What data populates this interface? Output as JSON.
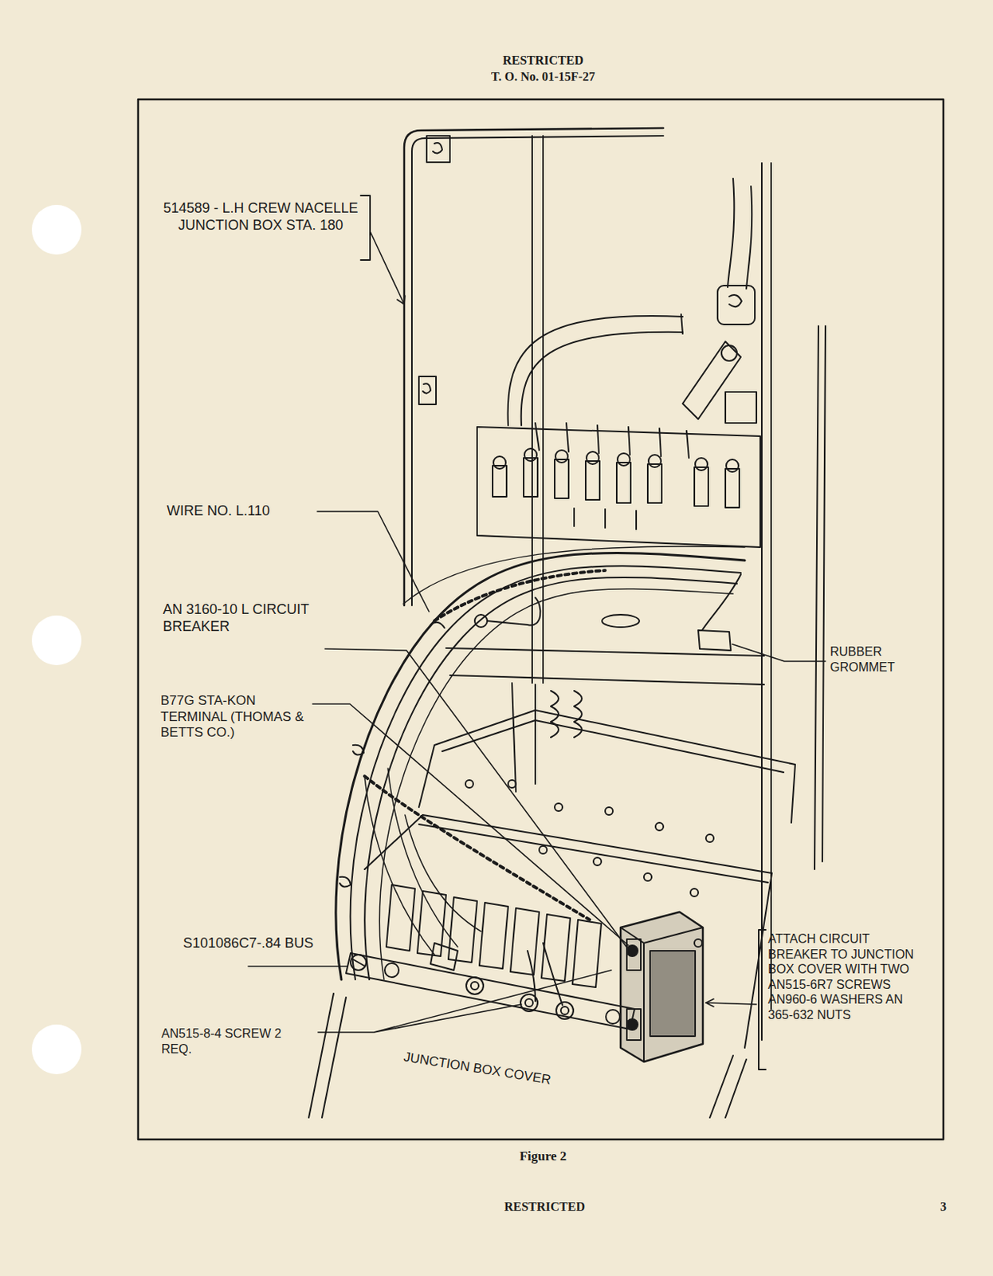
{
  "diagram": {
    "caption": "Figure 2",
    "labels": [
      "RESTRICTED",
      "T. O. No. 01-15F-27",
      "514589 - L.H CREW NACELLE JUNCTION BOX STA. 180",
      "WIRE NO. L.110",
      "AN 3160-10 L CIRCUIT BREAKER",
      "B77G STA-KON TERMINAL (THOMAS & BETTS CO.)",
      "RUBBER GROMMET",
      "S101086C7-.84 BUS",
      "AN515-8-4 SCREW 2 REQ.",
      "JUNCTION BOX COVER",
      "ATTACH CIRCUIT BREAKER TO JUNCTION BOX COVER WITH TWO AN515-6R7 SCREWS AN960-6 WASHERS AN 365-632 NUTS",
      "RESTRICTED",
      "3"
    ]
  }
}
